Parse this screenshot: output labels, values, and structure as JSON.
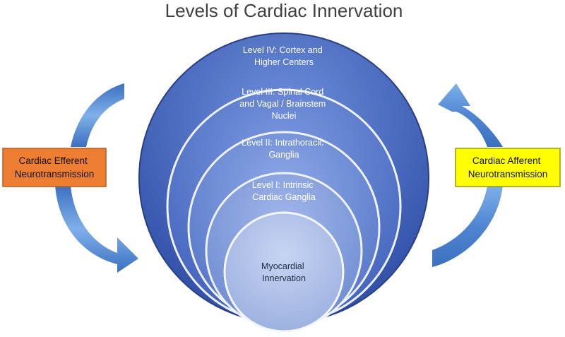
{
  "title": "Levels of Cardiac Innervation",
  "levels": [
    {
      "lines": [
        "Level IV: Cortex and",
        "Higher Centers"
      ]
    },
    {
      "lines": [
        "Level III: Spinal Cord",
        "and Vagal / Brainstem",
        "Nuclei"
      ]
    },
    {
      "lines": [
        "Level II: Intrathoracic",
        "Ganglia"
      ]
    },
    {
      "lines": [
        "Level I: Intrinsic",
        "Cardiac Ganglia"
      ]
    },
    {
      "lines": [
        "Myocardial",
        "Innervation"
      ]
    }
  ],
  "efferent": {
    "lines": [
      "Cardiac Efferent",
      "Neurotransmission"
    ],
    "color": "#ed7d31"
  },
  "afferent": {
    "lines": [
      "Cardiac Afferent",
      "Neurotransmission"
    ],
    "color": "#ffff00"
  },
  "colors": {
    "circle_outer": "#3f5fb8",
    "circle_inner": "#a9b9e3",
    "arrow": "#5b8ed6"
  }
}
